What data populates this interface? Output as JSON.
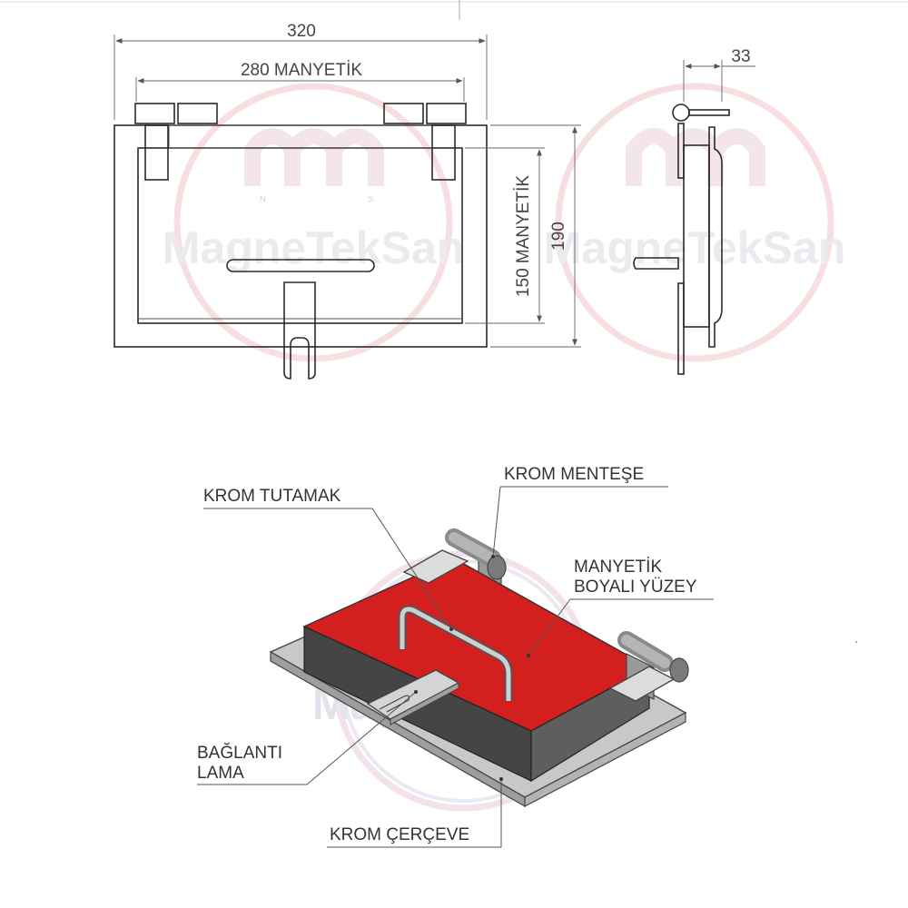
{
  "dimensions": {
    "overall_width": "320",
    "magnet_width": "280 MANYETİK",
    "magnet_height": "150 MANYETİK",
    "overall_height": "190",
    "depth": "33"
  },
  "callouts": {
    "handle": "KROM TUTAMAK",
    "hinge": "KROM MENTEŞE",
    "surface_line1": "MANYETİK",
    "surface_line2": "BOYALI YÜZEY",
    "plate_line1": "BAĞLANTI",
    "plate_line2": "LAMA",
    "frame": "KROM ÇERÇEVE"
  },
  "watermark": {
    "brand": "MagneTekSan",
    "pole_n": "N",
    "pole_s": "S"
  },
  "colors": {
    "magnetic_surface": "#d41f1f",
    "chrome": "#c9c9c9",
    "watermark_ring": "#f3c8cc",
    "watermark_text": "#d7d7df"
  }
}
